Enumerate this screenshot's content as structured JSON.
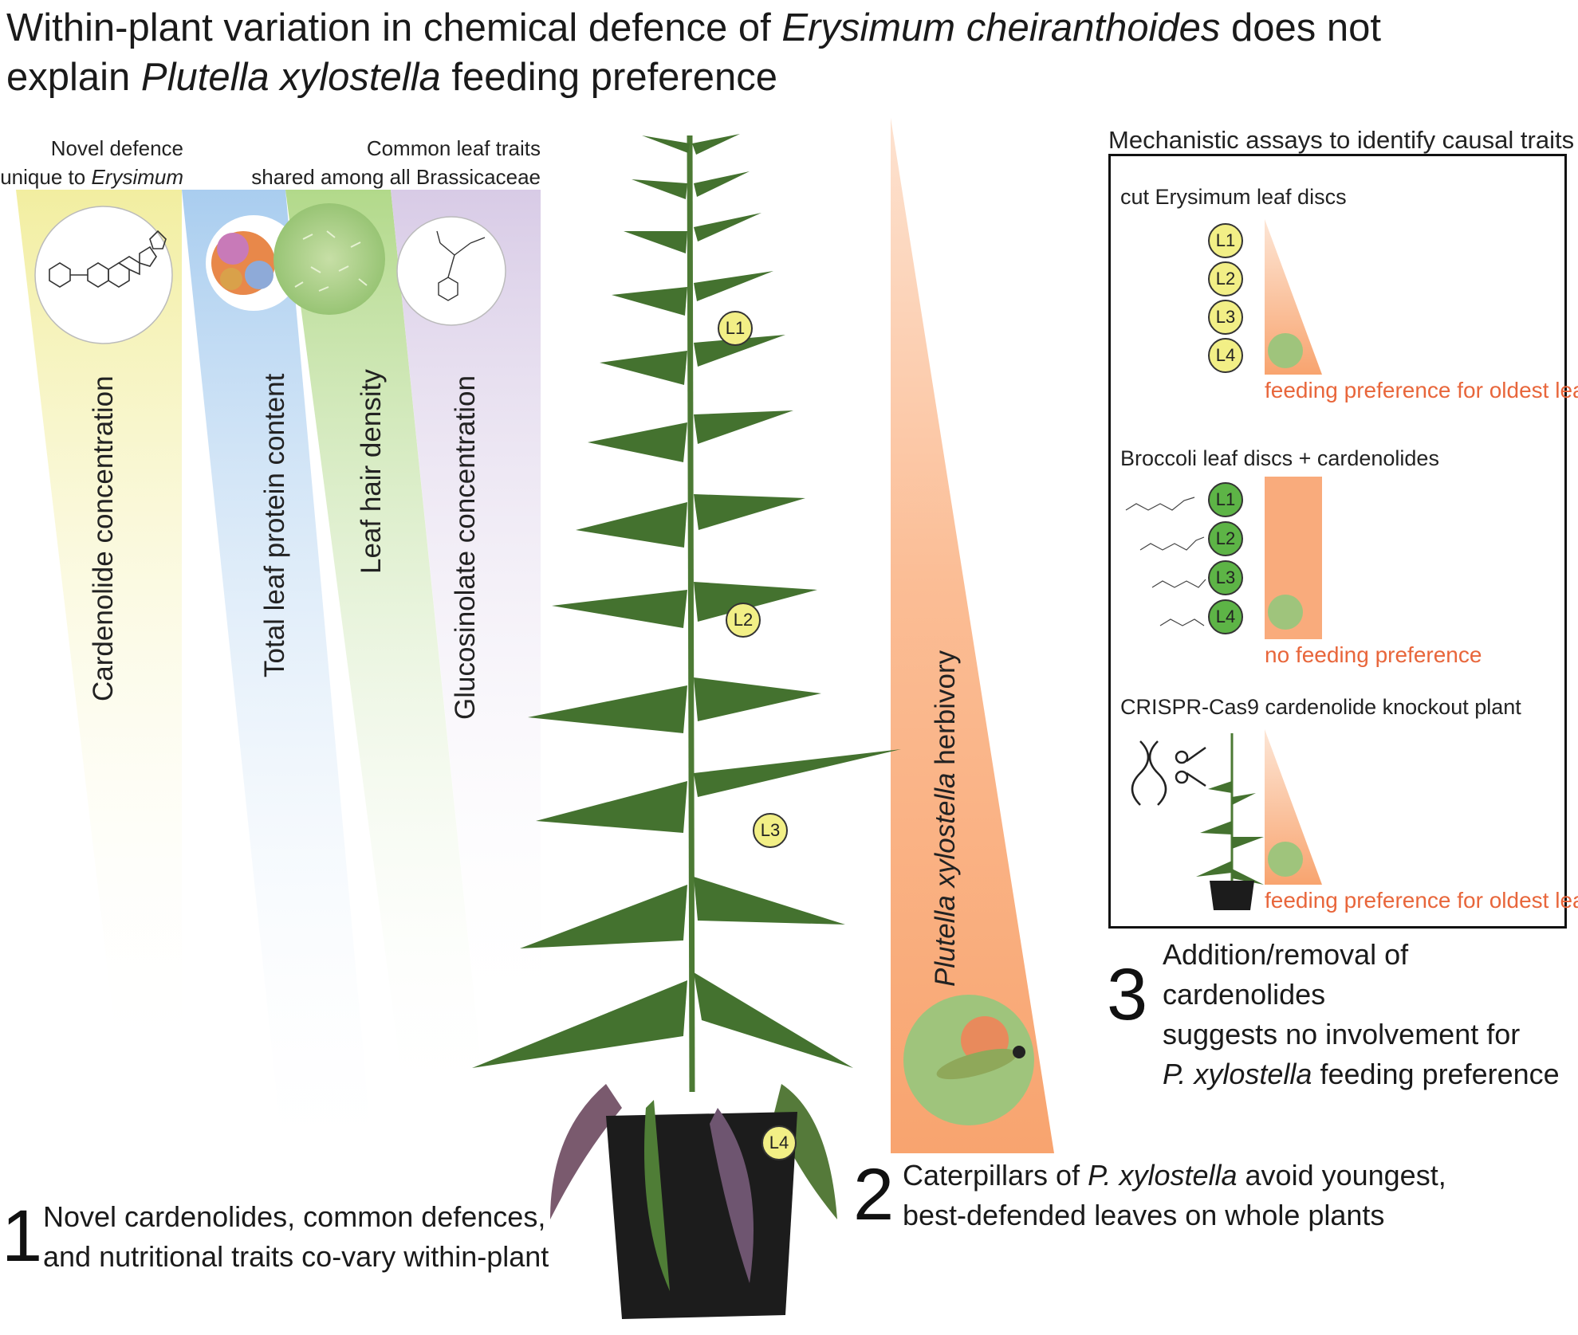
{
  "title": {
    "l1_a": "Within-plant variation in chemical defence of ",
    "l1_b": "Erysimum cheiranthoides",
    "l1_c": " does not",
    "l2_a": "explain ",
    "l2_b": "Plutella xylostella",
    "l2_c": " feeding preference"
  },
  "headers": {
    "novel_1": "Novel defence",
    "novel_2a": "unique to ",
    "novel_2b": "Erysimum",
    "common_1": "Common leaf traits",
    "common_2": "shared among all Brassicaceae"
  },
  "traits": {
    "cardenolide": "Cardenolide concentration",
    "protein": "Total leaf protein content",
    "hair": "Leaf hair density",
    "glucosinolate": "Glucosinolate concentration"
  },
  "herbivory": {
    "a": "Plutella xylostella",
    "b": " herbivory"
  },
  "leaf_labels": [
    "L1",
    "L2",
    "L3",
    "L4"
  ],
  "section1": {
    "num": "1",
    "line1": "Novel cardenolides, common defences,",
    "line2": "and nutritional traits co-vary within-plant"
  },
  "section2": {
    "num": "2",
    "line1_a": "Caterpillars of ",
    "line1_b": "P. xylostella",
    "line1_c": " avoid youngest,",
    "line2": "best-defended leaves on whole plants"
  },
  "section3": {
    "num": "3",
    "line1": "Addition/removal of cardenolides",
    "line2": "suggests no involvement for",
    "line3_a": "P. xylostella",
    "line3_b": " feeding preference"
  },
  "panel": {
    "title": "Mechanistic assays to identify causal traits",
    "assay1": {
      "title": "cut Erysimum leaf discs",
      "result": "feeding preference for oldest leaf"
    },
    "assay2": {
      "title": "Broccoli leaf discs + cardenolides",
      "result": "no feeding preference"
    },
    "assay3": {
      "title": "CRISPR-Cas9 cardenolide knockout plant",
      "result": "feeding preference for oldest leaf"
    }
  },
  "colors": {
    "yellow": "#f4f0a8",
    "blue": "#b5d3ef",
    "green": "#b9dc92",
    "lavender": "#dccfe8",
    "orange": "#f9ab7c",
    "orange_text": "#e8663b",
    "dot_yellow": "#f2ef86",
    "dot_green": "#5db446",
    "plant": "#3f6a2c",
    "pot": "#1c1c1c"
  }
}
